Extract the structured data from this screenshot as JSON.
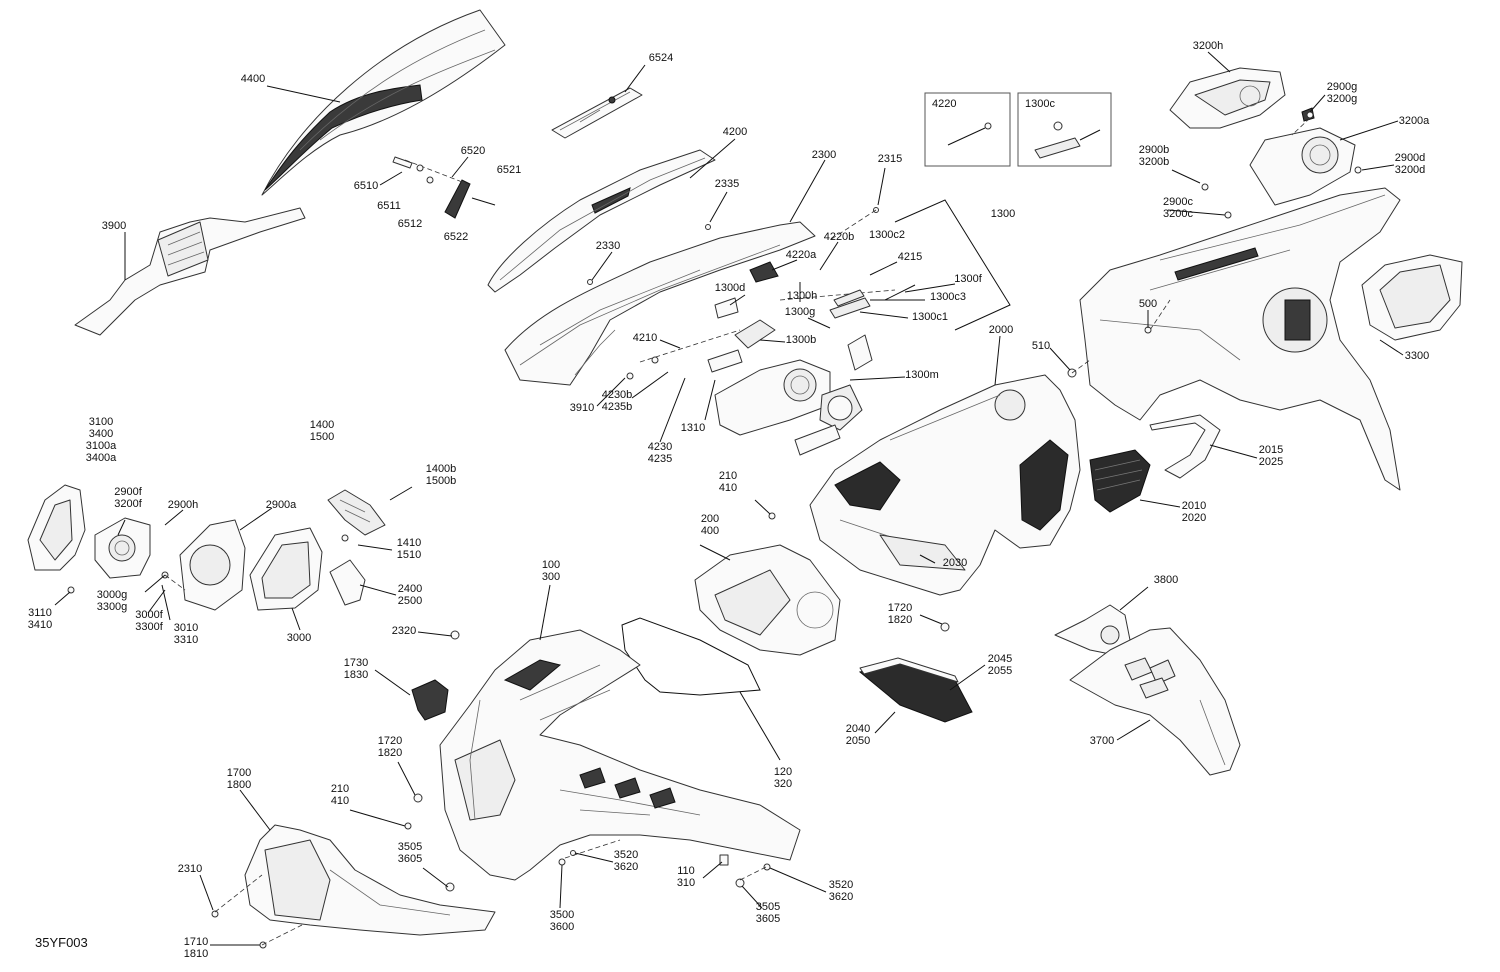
{
  "diagram_code": "35YF003",
  "callouts": [
    {
      "id": "4400",
      "lines": [
        "4400"
      ]
    },
    {
      "id": "6524",
      "lines": [
        "6524"
      ]
    },
    {
      "id": "4200",
      "lines": [
        "4200"
      ]
    },
    {
      "id": "3200h",
      "lines": [
        "3200h"
      ]
    },
    {
      "id": "2900g",
      "lines": [
        "2900g",
        "3200g"
      ]
    },
    {
      "id": "3200a",
      "lines": [
        "3200a"
      ]
    },
    {
      "id": "2900b",
      "lines": [
        "2900b",
        "3200b"
      ]
    },
    {
      "id": "2900d",
      "lines": [
        "2900d",
        "3200d"
      ]
    },
    {
      "id": "2900c",
      "lines": [
        "2900c",
        "3200c"
      ]
    },
    {
      "id": "6520",
      "lines": [
        "6520"
      ]
    },
    {
      "id": "6510",
      "lines": [
        "6510"
      ]
    },
    {
      "id": "6521",
      "lines": [
        "6521"
      ]
    },
    {
      "id": "6511",
      "lines": [
        "6511"
      ]
    },
    {
      "id": "6512",
      "lines": [
        "6512"
      ]
    },
    {
      "id": "6522",
      "lines": [
        "6522"
      ]
    },
    {
      "id": "2300",
      "lines": [
        "2300"
      ]
    },
    {
      "id": "2315",
      "lines": [
        "2315"
      ]
    },
    {
      "id": "2335",
      "lines": [
        "2335"
      ]
    },
    {
      "id": "3900",
      "lines": [
        "3900"
      ]
    },
    {
      "id": "4220b",
      "lines": [
        "4220b"
      ]
    },
    {
      "id": "1300c2",
      "lines": [
        "1300c2"
      ]
    },
    {
      "id": "1300",
      "lines": [
        "1300"
      ]
    },
    {
      "id": "2330",
      "lines": [
        "2330"
      ]
    },
    {
      "id": "4220a",
      "lines": [
        "4220a"
      ]
    },
    {
      "id": "4215",
      "lines": [
        "4215"
      ]
    },
    {
      "id": "1300f",
      "lines": [
        "1300f"
      ]
    },
    {
      "id": "1300d",
      "lines": [
        "1300d"
      ]
    },
    {
      "id": "1300h",
      "lines": [
        "1300h"
      ]
    },
    {
      "id": "1300c3",
      "lines": [
        "1300c3"
      ]
    },
    {
      "id": "1300g",
      "lines": [
        "1300g"
      ]
    },
    {
      "id": "1300c1",
      "lines": [
        "1300c1"
      ]
    },
    {
      "id": "500",
      "lines": [
        "500"
      ]
    },
    {
      "id": "3300",
      "lines": [
        "3300"
      ]
    },
    {
      "id": "4210",
      "lines": [
        "4210"
      ]
    },
    {
      "id": "1300b",
      "lines": [
        "1300b"
      ]
    },
    {
      "id": "2000",
      "lines": [
        "2000"
      ]
    },
    {
      "id": "510",
      "lines": [
        "510"
      ]
    },
    {
      "id": "1300m",
      "lines": [
        "1300m"
      ]
    },
    {
      "id": "3910",
      "lines": [
        "3910"
      ]
    },
    {
      "id": "4230b",
      "lines": [
        "4230b",
        "4235b"
      ]
    },
    {
      "id": "4230",
      "lines": [
        "4230",
        "4235"
      ]
    },
    {
      "id": "1310",
      "lines": [
        "1310"
      ]
    },
    {
      "id": "2015",
      "lines": [
        "2015",
        "2025"
      ]
    },
    {
      "id": "3100",
      "lines": [
        "3100",
        "3400",
        "3100a",
        "3400a"
      ]
    },
    {
      "id": "1400",
      "lines": [
        "1400",
        "1500"
      ]
    },
    {
      "id": "1400b",
      "lines": [
        "1400b",
        "1500b"
      ]
    },
    {
      "id": "210a",
      "lines": [
        "210",
        "410"
      ]
    },
    {
      "id": "2900f",
      "lines": [
        "2900f",
        "3200f"
      ]
    },
    {
      "id": "2900h",
      "lines": [
        "2900h"
      ]
    },
    {
      "id": "2900a",
      "lines": [
        "2900a"
      ]
    },
    {
      "id": "2010",
      "lines": [
        "2010",
        "2020"
      ]
    },
    {
      "id": "200",
      "lines": [
        "200",
        "400"
      ]
    },
    {
      "id": "1410",
      "lines": [
        "1410",
        "1510"
      ]
    },
    {
      "id": "2030",
      "lines": [
        "2030"
      ]
    },
    {
      "id": "100",
      "lines": [
        "100",
        "300"
      ]
    },
    {
      "id": "3000g",
      "lines": [
        "3000g",
        "3300g"
      ]
    },
    {
      "id": "2400",
      "lines": [
        "2400",
        "2500"
      ]
    },
    {
      "id": "3800",
      "lines": [
        "3800"
      ]
    },
    {
      "id": "3000f",
      "lines": [
        "3000f",
        "3300f"
      ]
    },
    {
      "id": "3010",
      "lines": [
        "3010",
        "3310"
      ]
    },
    {
      "id": "3110",
      "lines": [
        "3110",
        "3410"
      ]
    },
    {
      "id": "1720a",
      "lines": [
        "1720",
        "1820"
      ]
    },
    {
      "id": "3000",
      "lines": [
        "3000"
      ]
    },
    {
      "id": "2320",
      "lines": [
        "2320"
      ]
    },
    {
      "id": "2045",
      "lines": [
        "2045",
        "2055"
      ]
    },
    {
      "id": "1730",
      "lines": [
        "1730",
        "1830"
      ]
    },
    {
      "id": "2040",
      "lines": [
        "2040",
        "2050"
      ]
    },
    {
      "id": "3700",
      "lines": [
        "3700"
      ]
    },
    {
      "id": "1720b",
      "lines": [
        "1720",
        "1820"
      ]
    },
    {
      "id": "120",
      "lines": [
        "120",
        "320"
      ]
    },
    {
      "id": "1700",
      "lines": [
        "1700",
        "1800"
      ]
    },
    {
      "id": "210b",
      "lines": [
        "210",
        "410"
      ]
    },
    {
      "id": "3505a",
      "lines": [
        "3505",
        "3605"
      ]
    },
    {
      "id": "3520a",
      "lines": [
        "3520",
        "3620"
      ]
    },
    {
      "id": "2310",
      "lines": [
        "2310"
      ]
    },
    {
      "id": "3520b",
      "lines": [
        "3520",
        "3620"
      ]
    },
    {
      "id": "110",
      "lines": [
        "110",
        "310"
      ]
    },
    {
      "id": "3505b",
      "lines": [
        "3505",
        "3605"
      ]
    },
    {
      "id": "3500",
      "lines": [
        "3500",
        "3600"
      ]
    },
    {
      "id": "1710",
      "lines": [
        "1710",
        "1810"
      ]
    }
  ],
  "insets": [
    {
      "id": "4220",
      "label": "4220"
    },
    {
      "id": "1300c",
      "label": "1300c"
    }
  ]
}
